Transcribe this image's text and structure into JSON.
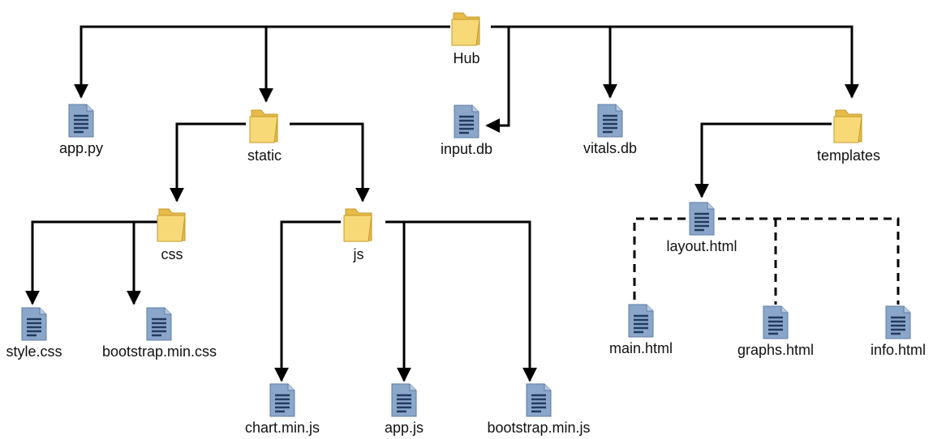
{
  "diagram": {
    "nodes": {
      "hub": {
        "label": "Hub",
        "icon": "folder-icon"
      },
      "app_py": {
        "label": "app.py",
        "icon": "file-icon"
      },
      "static": {
        "label": "static",
        "icon": "folder-icon"
      },
      "input_db": {
        "label": "input.db",
        "icon": "file-icon"
      },
      "vitals_db": {
        "label": "vitals.db",
        "icon": "file-icon"
      },
      "templates": {
        "label": "templates",
        "icon": "folder-icon"
      },
      "css": {
        "label": "css",
        "icon": "folder-icon"
      },
      "js": {
        "label": "js",
        "icon": "folder-icon"
      },
      "layout_html": {
        "label": "layout.html",
        "icon": "file-icon"
      },
      "style_css": {
        "label": "style.css",
        "icon": "file-icon"
      },
      "bootstrap_min_css": {
        "label": "bootstrap.min.css",
        "icon": "file-icon"
      },
      "main_html": {
        "label": "main.html",
        "icon": "file-icon"
      },
      "graphs_html": {
        "label": "graphs.html",
        "icon": "file-icon"
      },
      "info_html": {
        "label": "info.html",
        "icon": "file-icon"
      },
      "chart_min_js": {
        "label": "chart.min.js",
        "icon": "file-icon"
      },
      "app_js": {
        "label": "app.js",
        "icon": "file-icon"
      },
      "bootstrap_min_js": {
        "label": "bootstrap.min.js",
        "icon": "file-icon"
      }
    },
    "edges": [
      {
        "from": "hub",
        "to": "app_py",
        "style": "solid-arrow"
      },
      {
        "from": "hub",
        "to": "static",
        "style": "solid-arrow"
      },
      {
        "from": "hub",
        "to": "input_db",
        "style": "solid-arrow"
      },
      {
        "from": "hub",
        "to": "vitals_db",
        "style": "solid-arrow"
      },
      {
        "from": "hub",
        "to": "templates",
        "style": "solid-arrow"
      },
      {
        "from": "static",
        "to": "css",
        "style": "solid-arrow"
      },
      {
        "from": "static",
        "to": "js",
        "style": "solid-arrow"
      },
      {
        "from": "css",
        "to": "style_css",
        "style": "solid-arrow"
      },
      {
        "from": "css",
        "to": "bootstrap_min_css",
        "style": "solid-arrow"
      },
      {
        "from": "js",
        "to": "chart_min_js",
        "style": "solid-arrow"
      },
      {
        "from": "js",
        "to": "app_js",
        "style": "solid-arrow"
      },
      {
        "from": "js",
        "to": "bootstrap_min_js",
        "style": "solid-arrow"
      },
      {
        "from": "templates",
        "to": "layout_html",
        "style": "solid-arrow"
      },
      {
        "from": "layout_html",
        "to": "main_html",
        "style": "dashed"
      },
      {
        "from": "layout_html",
        "to": "graphs_html",
        "style": "dashed"
      },
      {
        "from": "layout_html",
        "to": "info_html",
        "style": "dashed"
      }
    ],
    "colors": {
      "folder": "#f4d56a",
      "file": "#7f9cc0",
      "line": "#000000"
    }
  }
}
